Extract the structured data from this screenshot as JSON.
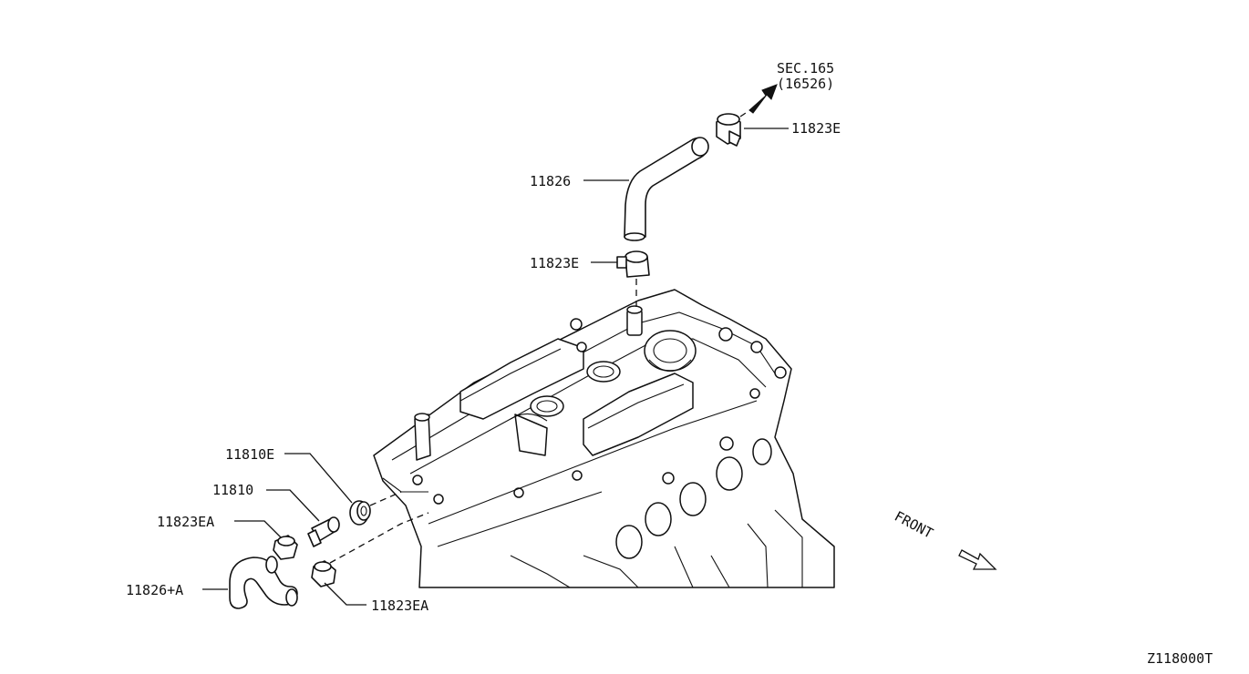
{
  "labels": {
    "sec_ref": "SEC.165",
    "sec_ref_sub": "(16526)",
    "clamp_top": "11823E",
    "hose_top": "11826",
    "clamp_mid": "11823E",
    "grommet": "11810E",
    "valve": "11810",
    "clamp_left": "11823EA",
    "hose_bottom": "11826+A",
    "clamp_bottom": "11823EA",
    "front": "FRONT",
    "diagram_code": "Z118000T"
  },
  "icons": {
    "sec_arrow": "arrow-up-right-icon",
    "front_arrow": "arrow-down-right-icon"
  }
}
